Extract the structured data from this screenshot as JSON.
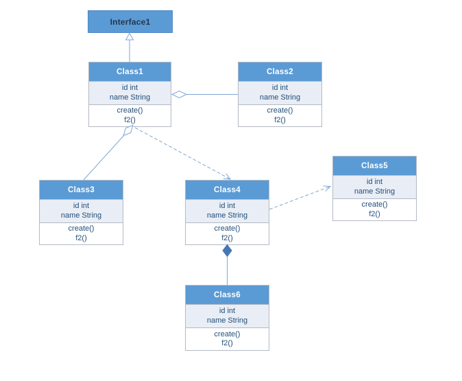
{
  "diagram": {
    "type": "uml-class-diagram",
    "interface": {
      "name": "Interface1"
    },
    "classes": [
      {
        "name": "Class1",
        "attributes": [
          "id int",
          "name String"
        ],
        "methods": [
          "create()",
          "f2()"
        ]
      },
      {
        "name": "Class2",
        "attributes": [
          "id int",
          "name String"
        ],
        "methods": [
          "create()",
          "f2()"
        ]
      },
      {
        "name": "Class3",
        "attributes": [
          "id int",
          "name String"
        ],
        "methods": [
          "create()",
          "f2()"
        ]
      },
      {
        "name": "Class4",
        "attributes": [
          "id int",
          "name String"
        ],
        "methods": [
          "create()",
          "f2()"
        ]
      },
      {
        "name": "Class5",
        "attributes": [
          "id int",
          "name String"
        ],
        "methods": [
          "create()",
          "f2()"
        ]
      },
      {
        "name": "Class6",
        "attributes": [
          "id int",
          "name String"
        ],
        "methods": [
          "create()",
          "f2()"
        ]
      }
    ],
    "relationships": [
      {
        "from": "Class1",
        "to": "Interface1",
        "type": "generalization",
        "line": "solid",
        "marker": "hollow-triangle"
      },
      {
        "from": "Class2",
        "to": "Class1",
        "type": "aggregation",
        "line": "solid",
        "marker": "hollow-diamond"
      },
      {
        "from": "Class3",
        "to": "Class1",
        "type": "aggregation",
        "line": "solid",
        "marker": "hollow-diamond"
      },
      {
        "from": "Class1",
        "to": "Class4",
        "type": "dependency",
        "line": "dashed",
        "marker": "open-arrow"
      },
      {
        "from": "Class4",
        "to": "Class5",
        "type": "dependency",
        "line": "dashed",
        "marker": "open-arrow"
      },
      {
        "from": "Class6",
        "to": "Class4",
        "type": "composition",
        "line": "solid",
        "marker": "filled-diamond"
      }
    ],
    "colors": {
      "header_fill": "#5b9bd5",
      "header_text": "#ffffff",
      "interface_text": "#24344d",
      "attributes_fill": "#e9edf5",
      "methods_fill": "#ffffff",
      "box_border": "#b3b9c3",
      "body_text": "#1f4e79",
      "connector": "#7ea6d4",
      "composition_diamond_fill": "#4577b5"
    }
  }
}
